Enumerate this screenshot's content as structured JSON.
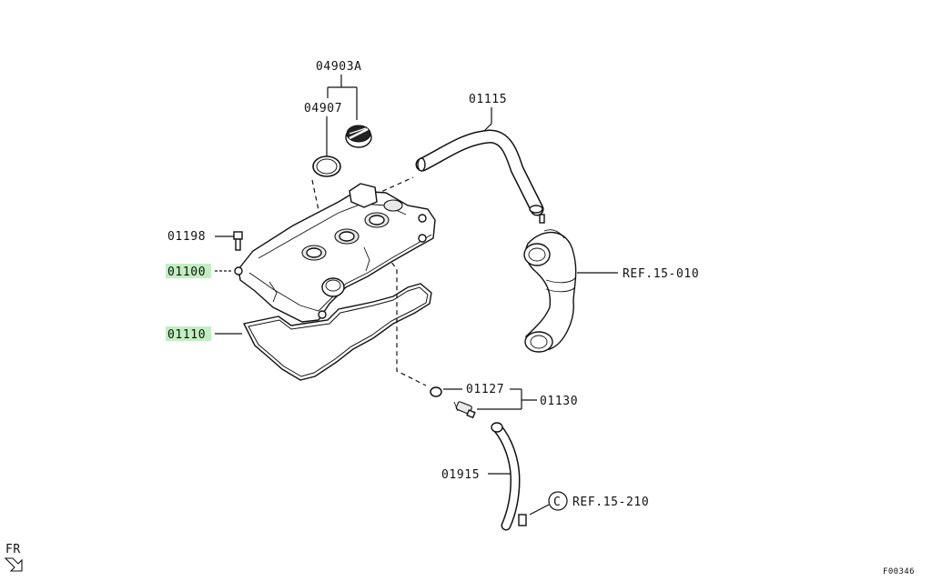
{
  "parts": {
    "p04903A": "04903A",
    "p04907": "04907",
    "p01115": "01115",
    "p01198": "01198",
    "p01100": "01100",
    "p01110": "01110",
    "p01127": "01127",
    "p01130": "01130",
    "p01915": "01915"
  },
  "refs": {
    "ref1": "REF.15-010",
    "ref2": "REF.15-210",
    "circle_c": "C"
  },
  "corner": {
    "fr": "FR",
    "code": "F00346"
  },
  "colors": {
    "highlight": "#8ee08e",
    "line": "#111111"
  }
}
